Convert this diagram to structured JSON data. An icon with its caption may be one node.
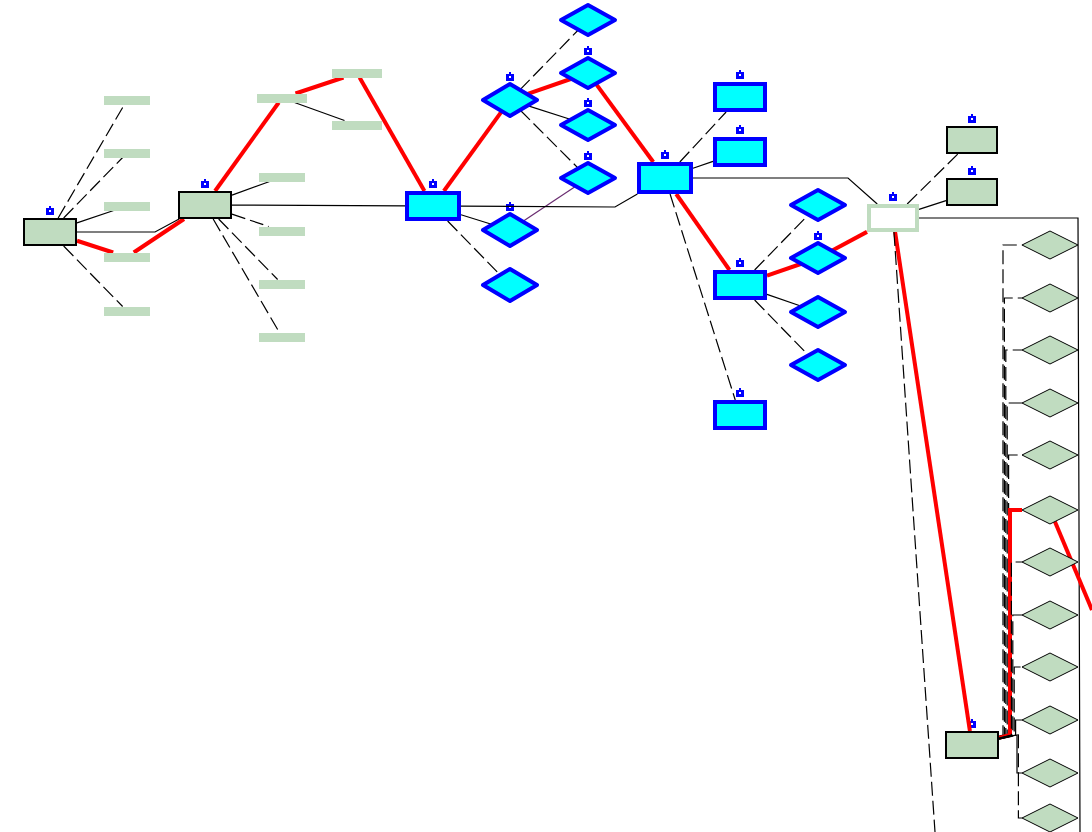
{
  "diagram": {
    "nodes": [
      {
        "text": [],
        "shape": "box"
      },
      {
        "text": [],
        "shape": "box"
      },
      {
        "text": [],
        "shape": "box"
      },
      {
        "text": [],
        "shape": "box"
      },
      {
        "text": [],
        "shape": "box"
      },
      {
        "text": [],
        "shape": "box"
      },
      {
        "text": [],
        "shape": "box"
      },
      {
        "text": [],
        "shape": "box"
      },
      {
        "text": [],
        "shape": "box"
      },
      {
        "text": [],
        "shape": "box"
      },
      {
        "text": [],
        "shape": "box"
      },
      {
        "text": [],
        "shape": "box"
      },
      {
        "text": [],
        "shape": "box"
      },
      {
        "text": [],
        "shape": "box"
      },
      {
        "text": [],
        "shape": "box"
      },
      {
        "text": [],
        "shape": "diamond"
      },
      {
        "text": [],
        "shape": "diamond"
      },
      {
        "text": [],
        "shape": "diamond"
      },
      {
        "text": [],
        "shape": "diamond"
      },
      {
        "text": [],
        "shape": "diamond"
      },
      {
        "text": [],
        "shape": "diamond"
      },
      {
        "text": [],
        "shape": "diamond"
      },
      {
        "text": [],
        "shape": "box"
      },
      {
        "text": [],
        "shape": "box"
      },
      {
        "text": [],
        "shape": "box"
      },
      {
        "text": [],
        "shape": "box"
      },
      {
        "text": [],
        "shape": "box"
      },
      {
        "text": [],
        "shape": "diamond"
      },
      {
        "text": [],
        "shape": "diamond"
      },
      {
        "text": [],
        "shape": "diamond"
      },
      {
        "text": [],
        "shape": "diamond"
      },
      {
        "text": [],
        "shape": "box"
      },
      {
        "text": [],
        "shape": "box"
      },
      {
        "text": [],
        "shape": "box"
      },
      {
        "text": [],
        "shape": "box"
      },
      {
        "text": [],
        "shape": "diamond"
      },
      {
        "text": [],
        "shape": "diamond"
      },
      {
        "text": [],
        "shape": "diamond"
      },
      {
        "text": [],
        "shape": "diamond"
      },
      {
        "text": [],
        "shape": "diamond"
      },
      {
        "text": [],
        "shape": "diamond"
      },
      {
        "text": [],
        "shape": "diamond"
      },
      {
        "text": [],
        "shape": "diamond"
      },
      {
        "text": [],
        "shape": "diamond"
      },
      {
        "text": [],
        "shape": "diamond"
      },
      {
        "text": [],
        "shape": "diamond"
      },
      {
        "text": [],
        "shape": "diamond"
      }
    ],
    "edges": [
      {
        "from": 0,
        "to": 1,
        "arrow": "none",
        "style": "dashed"
      },
      {
        "from": 0,
        "to": 2,
        "arrow": "none",
        "style": "dashed"
      },
      {
        "from": 0,
        "to": 3,
        "arrow": "none"
      },
      {
        "from": 0,
        "to": 4,
        "arrow": "none",
        "style": "thick",
        "color": "#ff0000"
      },
      {
        "from": 0,
        "to": 5,
        "arrow": "none",
        "style": "dashed"
      },
      {
        "from": 4,
        "to": 6,
        "arrow": "none",
        "style": "thick",
        "color": "#ff0000"
      },
      {
        "from": 0,
        "to": 6,
        "arrow": "none"
      },
      {
        "from": 6,
        "to": 7,
        "arrow": "none",
        "style": "thick",
        "color": "#ff0000"
      },
      {
        "from": 6,
        "to": 8,
        "arrow": "none"
      },
      {
        "from": 6,
        "to": 9,
        "arrow": "none",
        "style": "dashed"
      },
      {
        "from": 6,
        "to": 10,
        "arrow": "none",
        "style": "dashed"
      },
      {
        "from": 6,
        "to": 11,
        "arrow": "none",
        "style": "dashed"
      },
      {
        "from": 7,
        "to": 12,
        "arrow": "none",
        "style": "thick",
        "color": "#ff0000"
      },
      {
        "from": 7,
        "to": 13,
        "arrow": "none"
      },
      {
        "from": 12,
        "to": 14,
        "arrow": "none",
        "style": "thick",
        "color": "#ff0000"
      },
      {
        "from": 6,
        "to": 14,
        "arrow": "none"
      },
      {
        "from": 14,
        "to": 15,
        "arrow": "none",
        "style": "thick",
        "color": "#ff0000"
      },
      {
        "from": 14,
        "to": 16,
        "arrow": "none"
      },
      {
        "from": 14,
        "to": 17,
        "arrow": "none",
        "style": "dashed"
      },
      {
        "from": 15,
        "to": 18,
        "arrow": "none",
        "style": "dashed"
      },
      {
        "from": 15,
        "to": 19,
        "arrow": "none",
        "style": "thick",
        "color": "#ff0000"
      },
      {
        "from": 15,
        "to": 20,
        "arrow": "none"
      },
      {
        "from": 15,
        "to": 21,
        "arrow": "none",
        "style": "dashed"
      },
      {
        "from": 16,
        "to": 21,
        "arrow": "none",
        "color": "#6a2c70"
      },
      {
        "from": 19,
        "to": 22,
        "arrow": "none",
        "style": "thick",
        "color": "#ff0000"
      },
      {
        "from": 14,
        "to": 22,
        "arrow": "none"
      },
      {
        "from": 22,
        "to": 23,
        "arrow": "none",
        "style": "dashed"
      },
      {
        "from": 22,
        "to": 24,
        "arrow": "none"
      },
      {
        "from": 22,
        "to": 25,
        "arrow": "none",
        "style": "thick",
        "color": "#ff0000"
      },
      {
        "from": 22,
        "to": 26,
        "arrow": "none",
        "style": "dashed"
      },
      {
        "from": 25,
        "to": 27,
        "arrow": "none",
        "style": "dashed"
      },
      {
        "from": 25,
        "to": 28,
        "arrow": "none",
        "style": "thick",
        "color": "#ff0000"
      },
      {
        "from": 25,
        "to": 29,
        "arrow": "none"
      },
      {
        "from": 25,
        "to": 30,
        "arrow": "none",
        "style": "dashed"
      },
      {
        "from": 28,
        "to": 31,
        "arrow": "none",
        "style": "thick",
        "color": "#ff0000"
      },
      {
        "from": 22,
        "to": 31,
        "arrow": "none"
      },
      {
        "from": 31,
        "to": 32,
        "arrow": "none",
        "style": "dashed"
      },
      {
        "from": 31,
        "to": 33,
        "arrow": "none"
      },
      {
        "from": 31,
        "to": 34,
        "arrow": "none",
        "style": "thick",
        "color": "#ff0000"
      },
      {
        "from": 31,
        "to": null,
        "arrow": "none"
      },
      {
        "from": 31,
        "to": null,
        "arrow": "none",
        "style": "dashed"
      },
      {
        "from": 34,
        "to": 35,
        "arrow": "none",
        "style": "dashed"
      },
      {
        "from": 34,
        "to": 36,
        "arrow": "none",
        "style": "dashed"
      },
      {
        "from": 34,
        "to": 37,
        "arrow": "none",
        "style": "dashed"
      },
      {
        "from": 34,
        "to": 38,
        "arrow": "none",
        "style": "dashed"
      },
      {
        "from": 34,
        "to": 39,
        "arrow": "none",
        "style": "dashed"
      },
      {
        "from": 34,
        "to": 40,
        "arrow": "none",
        "style": "thick",
        "color": "#ff0000"
      },
      {
        "from": 34,
        "to": 41,
        "arrow": "none",
        "style": "dashed"
      },
      {
        "from": 34,
        "to": 42,
        "arrow": "none",
        "style": "dashed"
      },
      {
        "from": 34,
        "to": 43,
        "arrow": "none",
        "style": "dashed"
      },
      {
        "from": 34,
        "to": 44,
        "arrow": "none"
      },
      {
        "from": 34,
        "to": 45,
        "arrow": "none"
      },
      {
        "from": 34,
        "to": 46,
        "arrow": "none",
        "style": "dashed"
      },
      {
        "from": 40,
        "to": null,
        "arrow": "none",
        "style": "thick",
        "color": "#ff0000"
      }
    ]
  }
}
